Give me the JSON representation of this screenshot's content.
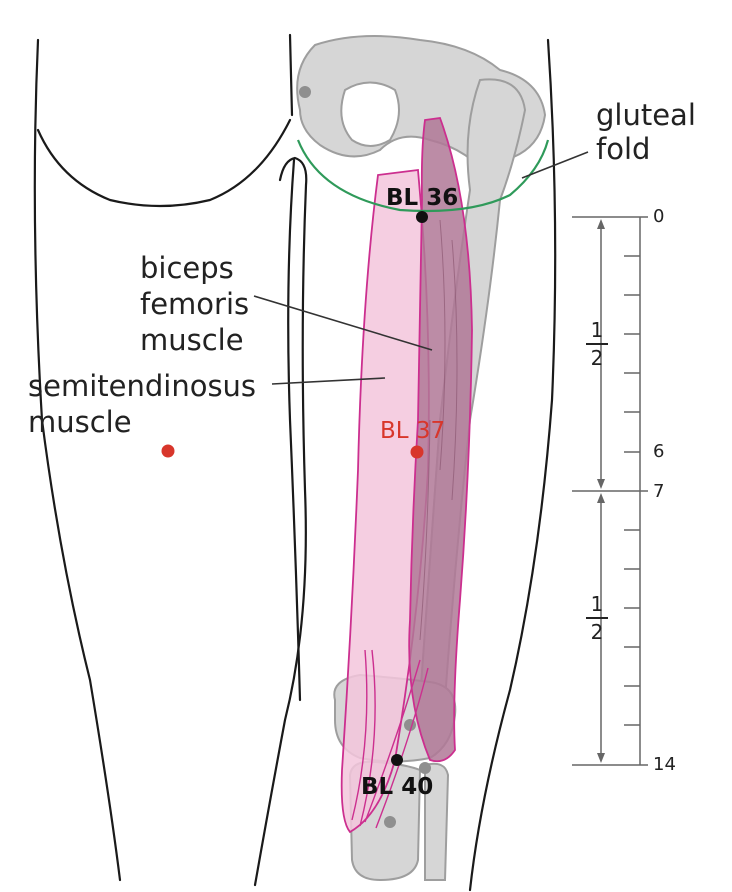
{
  "labels": {
    "gluteal_fold_line1": "gluteal",
    "gluteal_fold_line2": "fold",
    "biceps_line1": "biceps",
    "biceps_line2": "femoris",
    "biceps_line3": "muscle",
    "semitendinosus_line1": "semitendinosus",
    "semitendinosus_line2": "muscle"
  },
  "points": {
    "bl36": "BL 36",
    "bl37": "BL 37",
    "bl40": "BL 40"
  },
  "scale": {
    "ticks": [
      "0",
      "6",
      "7",
      "14"
    ],
    "upper_fraction": {
      "numerator": "1",
      "denominator": "2"
    },
    "lower_fraction": {
      "numerator": "1",
      "denominator": "2"
    }
  },
  "colors": {
    "outline": "#1a1a1a",
    "bone": "#d6d6d6",
    "muscle_light": "#f3c6dc",
    "muscle_dark": "#b07896",
    "muscle_edge": "#cc2f8f",
    "gluteal_fold": "#2f9a5a",
    "point_black": "#111111",
    "point_red": "#d8362b",
    "scale_line": "#666666"
  }
}
